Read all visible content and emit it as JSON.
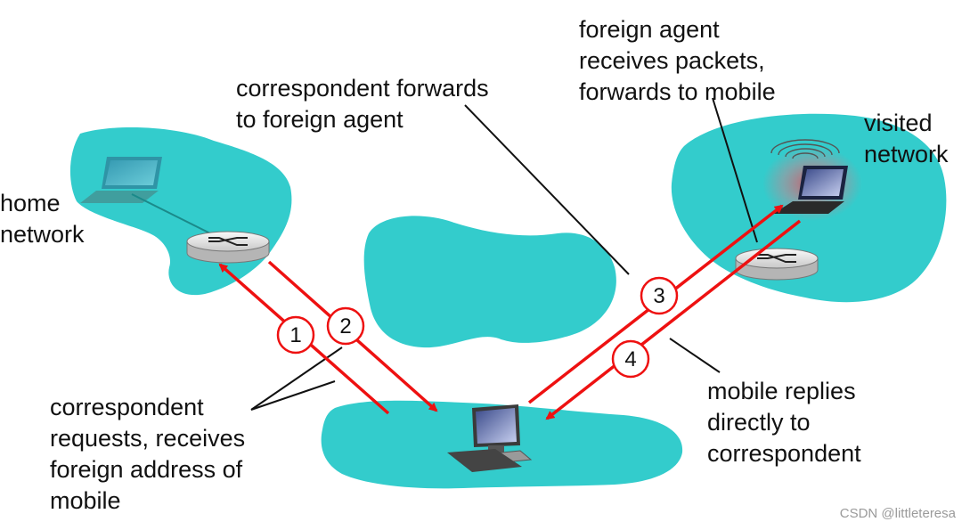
{
  "labels": {
    "foreign_agent": [
      "foreign agent",
      "receives packets,",
      "forwards to mobile"
    ],
    "correspondent_forwards": [
      "correspondent forwards",
      "to foreign agent"
    ],
    "visited_network": [
      "visited",
      "network"
    ],
    "home_network": [
      "home",
      "network"
    ],
    "correspondent_requests": [
      "correspondent",
      "requests, receives",
      "foreign address of",
      "mobile"
    ],
    "mobile_replies": [
      "mobile replies",
      "directly to",
      "correspondent"
    ]
  },
  "steps": [
    "1",
    "2",
    "3",
    "4"
  ],
  "watermark": "CSDN @littleteresa",
  "colors": {
    "network_cloud": "#33cccc",
    "arrow": "#ee1111",
    "step_circle_border": "#ee1111",
    "signal_glow": "#ff3344"
  },
  "icons": [
    "laptop-icon",
    "router-icon",
    "desktop-computer-icon",
    "wifi-signal-icon"
  ]
}
